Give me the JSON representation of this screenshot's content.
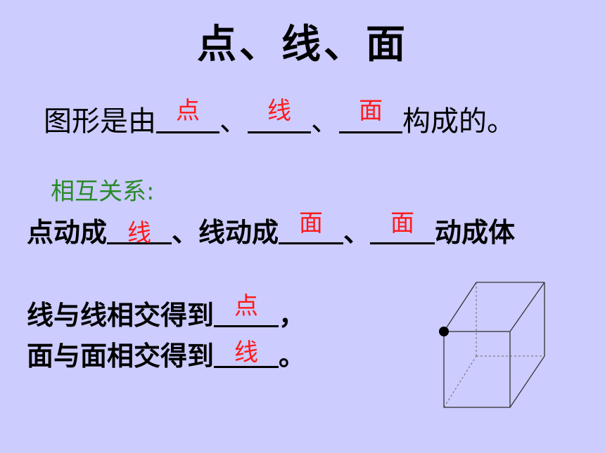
{
  "title": "点、线、面",
  "line1": {
    "prefix": "图形是由",
    "ans1": "点",
    "sep1": "、",
    "ans2": "线",
    "sep2": "、",
    "ans3": "面",
    "suffix": "构成的。"
  },
  "relation_label": "相互关系:",
  "line2": {
    "part1": "点动成",
    "ans1": "线",
    "part2": "、线动成",
    "ans2": "面",
    "part3": "、",
    "ans3": "面",
    "part4": "动成体"
  },
  "line3": {
    "prefix": "线与线相交得到",
    "ans": "点",
    "suffix": "，"
  },
  "line4": {
    "prefix": "面与面相交得到",
    "ans": "线",
    "suffix": "。"
  }
}
